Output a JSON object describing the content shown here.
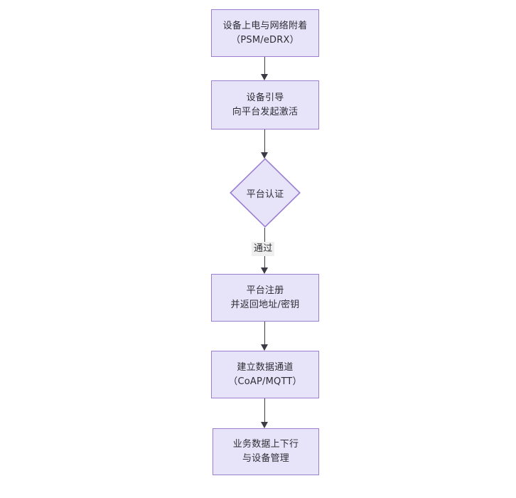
{
  "diagram": {
    "type": "flowchart",
    "orientation": "top-to-bottom",
    "background_color": "#ffffff",
    "node_fill_color": "#e7e4f9",
    "node_border_color": "#9b7ed2",
    "connector_color": "#3b3b45",
    "text_color": "#2e2e35",
    "edge_label_background": "#efefef",
    "nodes": [
      {
        "id": "n1",
        "shape": "rectangle",
        "line1": "设备上电与网络附着",
        "line2": "（PSM/eDRX）"
      },
      {
        "id": "n2",
        "shape": "rectangle",
        "line1": "设备引导",
        "line2": "向平台发起激活"
      },
      {
        "id": "n3",
        "shape": "diamond",
        "line1": "平台认证",
        "line2": ""
      },
      {
        "id": "n4",
        "shape": "rectangle",
        "line1": "平台注册",
        "line2": "并返回地址/密钥"
      },
      {
        "id": "n5",
        "shape": "rectangle",
        "line1": "建立数据通道",
        "line2": "（CoAP/MQTT）"
      },
      {
        "id": "n6",
        "shape": "rectangle",
        "line1": "业务数据上下行",
        "line2": "与设备管理"
      }
    ],
    "edges": [
      {
        "from": "n1",
        "to": "n2",
        "label": ""
      },
      {
        "from": "n2",
        "to": "n3",
        "label": ""
      },
      {
        "from": "n3",
        "to": "n4",
        "label": "通过"
      },
      {
        "from": "n4",
        "to": "n5",
        "label": ""
      },
      {
        "from": "n5",
        "to": "n6",
        "label": ""
      }
    ]
  }
}
